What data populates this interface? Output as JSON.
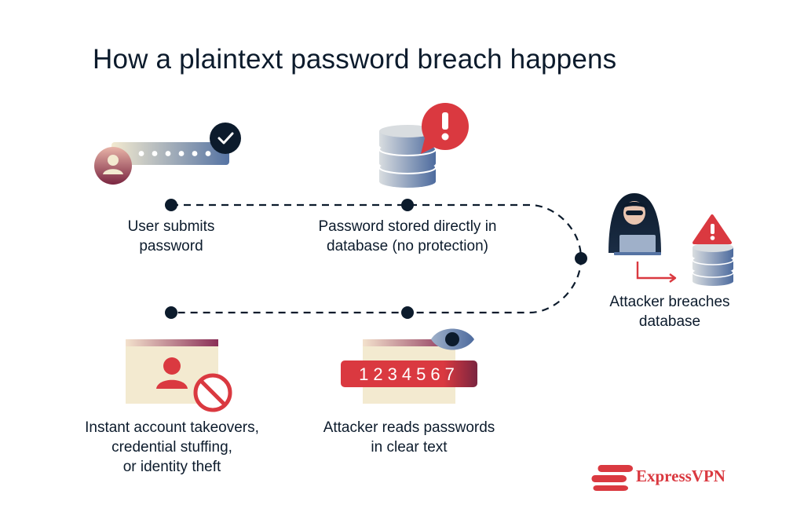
{
  "title": "How a plaintext password breach happens",
  "steps": [
    {
      "lines": [
        "User submits",
        "password"
      ]
    },
    {
      "lines": [
        "Password stored directly in",
        "database (no protection)"
      ]
    },
    {
      "lines": [
        "Attacker breaches",
        "database"
      ]
    },
    {
      "lines": [
        "Attacker reads passwords",
        "in clear text"
      ]
    },
    {
      "lines": [
        "Instant account takeovers,",
        "credential stuffing,",
        "or identity theft"
      ]
    }
  ],
  "revealed_password": "1234567",
  "brand": {
    "name": "ExpressVPN"
  },
  "colors": {
    "navy": "#0c1b2c",
    "red": "#da3940",
    "steel": "#5573a3",
    "cream": "#f3ead0",
    "plum": "#8a2f57"
  },
  "icons": [
    "check-icon",
    "user-avatar-icon",
    "database-icon",
    "alert-icon",
    "hacker-icon",
    "eye-icon",
    "blocked-icon",
    "expressvpn-logo-icon"
  ]
}
